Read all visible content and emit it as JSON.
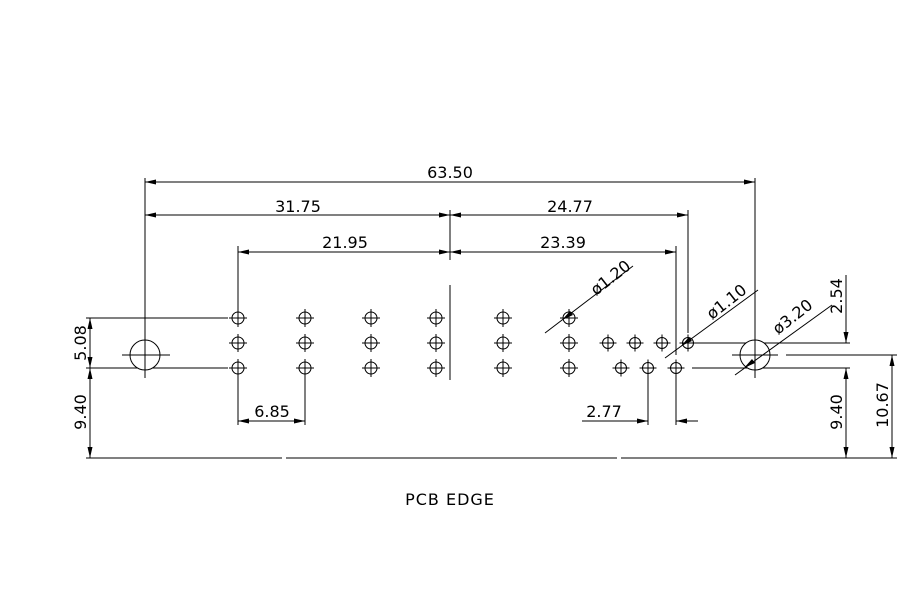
{
  "dimensions": {
    "overall": "63.50",
    "left_half": "31.75",
    "right_span": "24.77",
    "left_pins": "21.95",
    "right_pins": "23.39",
    "hole_large": "ø1.20",
    "hole_small": "ø1.10",
    "mount_hole": "ø3.20",
    "row_spacing_right": "2.54",
    "row_span_left": "5.08",
    "edge_left": "9.40",
    "edge_right": "9.40",
    "edge_total": "10.67",
    "pitch_left": "6.85",
    "pitch_right": "2.77"
  },
  "caption": "PCB EDGE"
}
